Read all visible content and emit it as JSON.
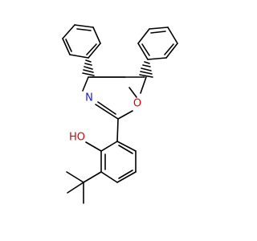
{
  "colors": {
    "bond": "#000000",
    "nitrogen": "#1c1cd6",
    "oxygen": "#e10000",
    "background": "#ffffff"
  },
  "atoms": {
    "n_label": "N",
    "o_ring_label": "O",
    "ho_label": "HO"
  }
}
